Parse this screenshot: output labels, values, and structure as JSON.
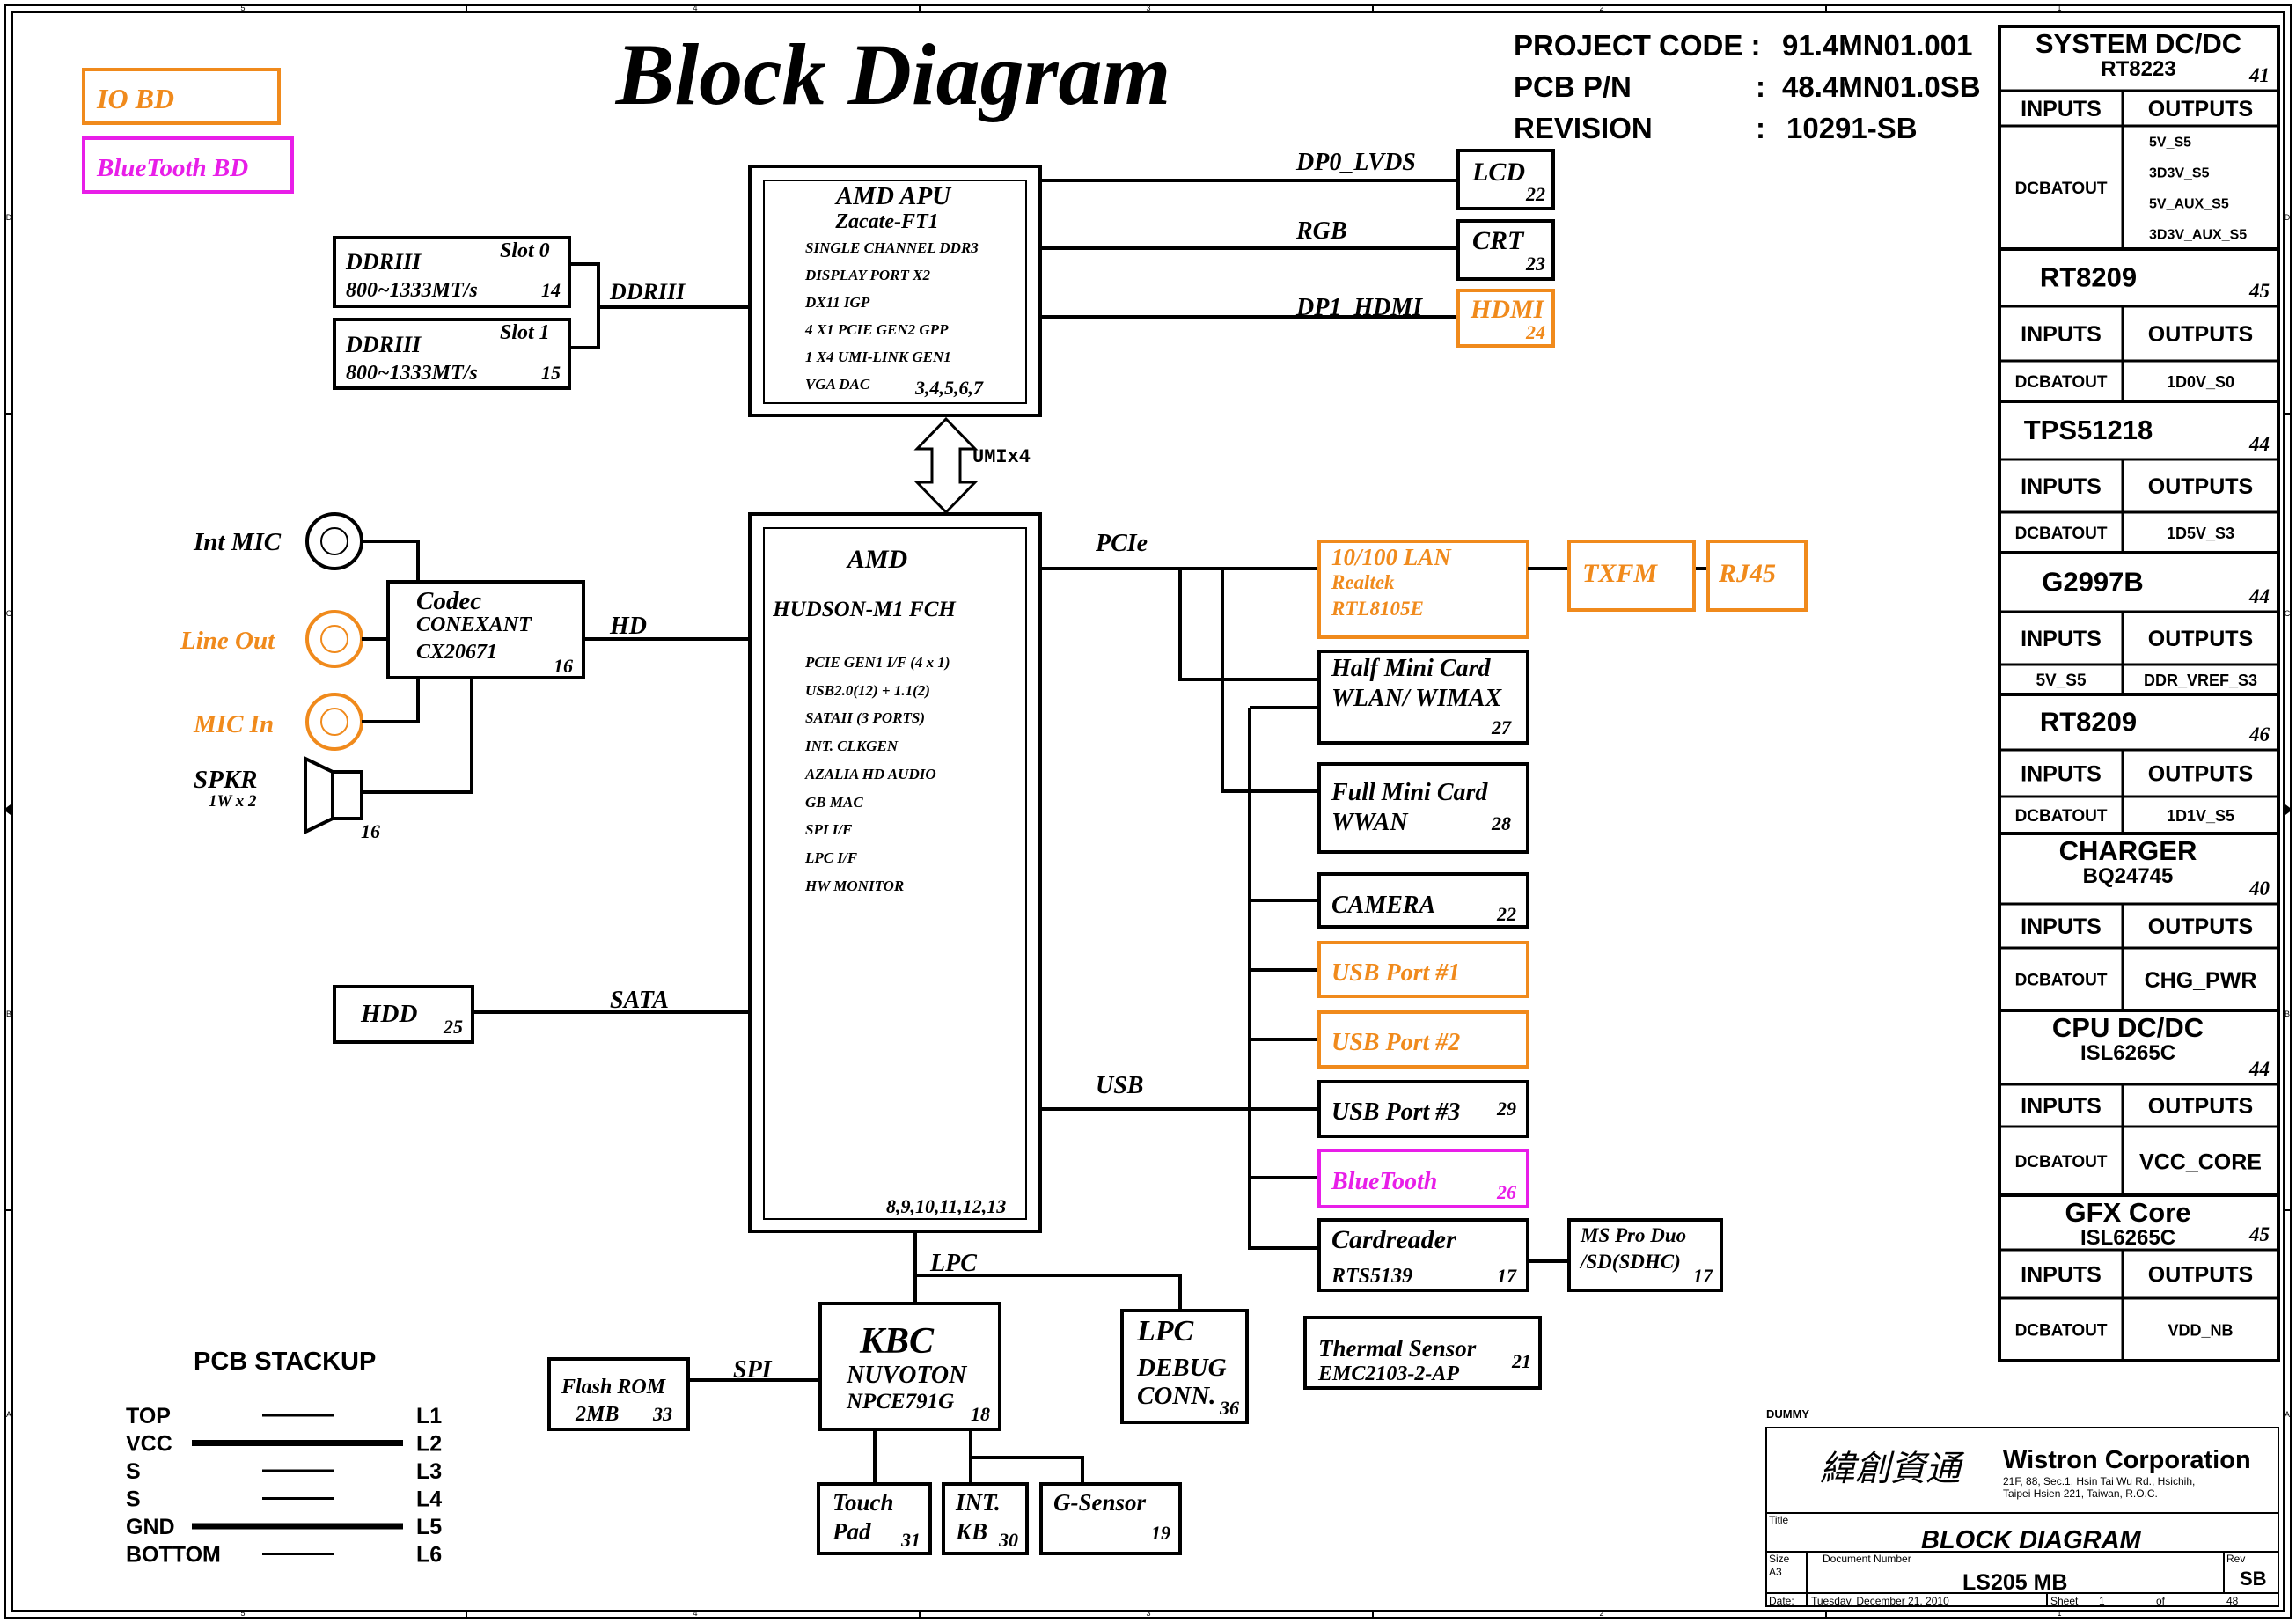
{
  "title": "Block Diagram",
  "legend": {
    "io_bd": "IO BD",
    "bt_bd": "BlueTooth BD"
  },
  "project": {
    "code_label": "PROJECT CODE :",
    "code": "91.4MN01.001",
    "pcb_label": "PCB P/N",
    "pcb_colon": ":",
    "pcb": "48.4MN01.0SB",
    "rev_label": "REVISION",
    "rev_colon": ":",
    "rev": "10291-SB"
  },
  "apu": {
    "title": "AMD APU",
    "model": "Zacate-FT1",
    "features": [
      "SINGLE CHANNEL DDR3",
      "DISPLAY PORT X2",
      "DX11 IGP",
      "4  X1 PCIE GEN2 GPP",
      "1 X4 UMI-LINK GEN1",
      "VGA DAC"
    ],
    "pages": "3,4,5,6,7"
  },
  "fch": {
    "title": "AMD",
    "model": "HUDSON-M1 FCH",
    "features": [
      "PCIE GEN1 I/F (4 x 1)",
      "USB2.0(12) + 1.1(2)",
      "SATAII (3 PORTS)",
      "INT. CLKGEN",
      "AZALIA HD AUDIO",
      "GB MAC",
      "SPI I/F",
      "LPC I/F",
      "HW MONITOR"
    ],
    "pages": "8,9,10,11,12,13"
  },
  "umi": "UMIx4",
  "ddr": {
    "slot0": {
      "type": "DDRIII",
      "speed": "800~1333MT/s",
      "slot": "Slot 0",
      "page": "14"
    },
    "slot1": {
      "type": "DDRIII",
      "speed": "800~1333MT/s",
      "slot": "Slot 1",
      "page": "15"
    },
    "bus": "DDRIII"
  },
  "displays": {
    "lcd": {
      "bus": "DP0_LVDS",
      "name": "LCD",
      "page": "22"
    },
    "crt": {
      "bus": "RGB",
      "name": "CRT",
      "page": "23"
    },
    "hdmi": {
      "bus": "DP1_HDMI",
      "name": "HDMI",
      "page": "24"
    }
  },
  "audio": {
    "int_mic": "Int MIC",
    "line_out": "Line Out",
    "mic_in": "MIC In",
    "spkr": "SPKR",
    "spkr_spec": "1W x 2",
    "spkr_page": "16",
    "codec_title": "Codec",
    "codec_vendor": "CONEXANT",
    "codec_model": "CX20671",
    "codec_page": "16",
    "bus": "HD"
  },
  "hdd": {
    "name": "HDD",
    "page": "25",
    "bus": "SATA"
  },
  "pcie": {
    "bus": "PCIe",
    "lan": {
      "name": "10/100 LAN",
      "vendor": "Realtek",
      "model": "RTL8105E"
    },
    "txfm": "TXFM",
    "rj45": "RJ45",
    "half_mini": {
      "line1": "Half Mini Card",
      "line2": "WLAN/ WIMAX",
      "page": "27"
    },
    "full_mini": {
      "line1": "Full Mini Card",
      "line2": "WWAN",
      "page": "28"
    }
  },
  "usb": {
    "bus": "USB",
    "camera": {
      "name": "CAMERA",
      "page": "22"
    },
    "port1": "USB Port #1",
    "port2": "USB Port #2",
    "port3": {
      "name": "USB Port #3",
      "page": "29"
    },
    "bluetooth": {
      "name": "BlueTooth",
      "page": "26"
    },
    "cardreader": {
      "name": "Cardreader",
      "model": "RTS5139",
      "page": "17"
    },
    "mspro": {
      "line1": "MS Pro Duo",
      "line2": "/SD(SDHC)",
      "page": "17"
    }
  },
  "thermal": {
    "name": "Thermal Sensor",
    "model": "EMC2103-2-AP",
    "page": "21"
  },
  "lpc": {
    "bus": "LPC",
    "debug_line1": "LPC",
    "debug_line2": "DEBUG",
    "debug_line3": "CONN.",
    "debug_page": "36"
  },
  "kbc": {
    "name": "KBC",
    "vendor": "NUVOTON",
    "model": "NPCE791G",
    "page": "18"
  },
  "spi": {
    "bus": "SPI",
    "flash": "Flash ROM",
    "size": "2MB",
    "page": "33"
  },
  "kbc_devices": {
    "touchpad": {
      "line1": "Touch",
      "line2": "Pad",
      "page": "31"
    },
    "intkb": {
      "line1": "INT.",
      "line2": "KB",
      "page": "30"
    },
    "gsensor": {
      "name": "G-Sensor",
      "page": "19"
    }
  },
  "stackup": {
    "title": "PCB STACKUP",
    "layers": [
      {
        "name": "TOP",
        "layer": "L1",
        "plane": false
      },
      {
        "name": "VCC",
        "layer": "L2",
        "plane": true
      },
      {
        "name": "S",
        "layer": "L3",
        "plane": false
      },
      {
        "name": "S",
        "layer": "L4",
        "plane": false
      },
      {
        "name": "GND",
        "layer": "L5",
        "plane": true
      },
      {
        "name": "BOTTOM",
        "layer": "L6",
        "plane": false
      }
    ]
  },
  "power": {
    "inputs_label": "INPUTS",
    "outputs_label": "OUTPUTS",
    "blocks": [
      {
        "title": "SYSTEM DC/DC",
        "chip": "RT8223",
        "page": "41",
        "input": "DCBATOUT",
        "outputs": [
          "5V_S5",
          "3D3V_S5",
          "5V_AUX_S5",
          "3D3V_AUX_S5"
        ]
      },
      {
        "title": "RT8209",
        "page": "45",
        "input": "DCBATOUT",
        "outputs": [
          "1D0V_S0"
        ]
      },
      {
        "title": "TPS51218",
        "page": "44",
        "input": "DCBATOUT",
        "outputs": [
          "1D5V_S3"
        ]
      },
      {
        "title": "G2997B",
        "page": "44",
        "input": "5V_S5",
        "outputs": [
          "DDR_VREF_S3"
        ]
      },
      {
        "title": "RT8209",
        "page": "46",
        "input": "DCBATOUT",
        "outputs": [
          "1D1V_S5"
        ]
      },
      {
        "title": "CHARGER",
        "chip": "BQ24745",
        "page": "40",
        "input": "DCBATOUT",
        "outputs": [
          "CHG_PWR"
        ]
      },
      {
        "title": "CPU DC/DC",
        "chip": "ISL6265C",
        "page": "44",
        "input": "DCBATOUT",
        "outputs": [
          "VCC_CORE"
        ]
      },
      {
        "title": "GFX Core",
        "chip": "ISL6265C",
        "page": "45",
        "input": "DCBATOUT",
        "outputs": [
          "VDD_NB"
        ]
      }
    ]
  },
  "titleblock": {
    "dummy": "DUMMY",
    "chinese": "緯創資通",
    "company": "Wistron Corporation",
    "address1": "21F, 88, Sec.1, Hsin Tai Wu Rd., Hsichih,",
    "address2": "Taipei Hsien 221, Taiwan, R.O.C.",
    "title_label": "Title",
    "title": "BLOCK DIAGRAM",
    "size_label": "Size",
    "size": "A3",
    "docnum_label": "Document Number",
    "docnum": "LS205 MB",
    "rev_label": "Rev",
    "rev": "SB",
    "date_label": "Date:",
    "date": "Tuesday, December 21, 2010",
    "sheet_label": "Sheet",
    "sheet": "1",
    "of_label": "of",
    "total": "48"
  },
  "border": {
    "cols": [
      "5",
      "4",
      "3",
      "2",
      "1"
    ],
    "rows": [
      "D",
      "C",
      "B",
      "A"
    ]
  },
  "colors": {
    "orange": "#f08a1c",
    "magenta": "#e81ee8",
    "black": "#000000"
  }
}
